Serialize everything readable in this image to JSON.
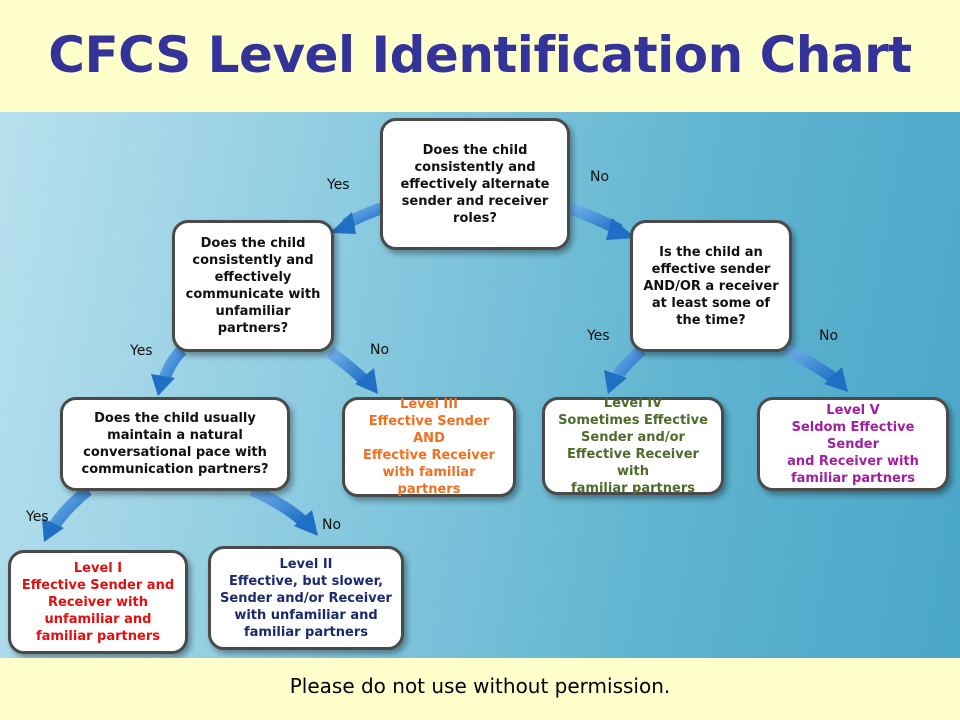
{
  "title": "CFCS Level Identification Chart",
  "footer": "Please do not use without permission.",
  "questions": {
    "q1": "Does the child\nconsistently and\neffectively alternate\nsender and receiver\nroles?",
    "q2": "Does the child\nconsistently and\neffectively\ncommunicate with\nunfamiliar\npartners?",
    "q3": "Is the child an\neffective  sender\nAND/OR a receiver\nat least some of\nthe time?",
    "q4": "Does the child usually\nmaintain a natural\nconversational pace with\ncommunication partners?"
  },
  "levels": {
    "level1": "Level I\nEffective Sender and\nReceiver with\nunfamiliar and\nfamiliar partners",
    "level2": "Level II\nEffective, but slower,\nSender and/or Receiver\nwith unfamiliar and\nfamiliar partners",
    "level3": "Level III\nEffective Sender AND\nEffective Receiver\nwith familiar partners",
    "level4": "Level IV\nSometimes Effective\nSender and/or\nEffective Receiver with\nfamiliar partners",
    "level5": "Level V\nSeldom Effective Sender\nand Receiver with\nfamiliar partners"
  },
  "edges": {
    "q1_yes": "Yes",
    "q1_no": "No",
    "q2_yes": "Yes",
    "q2_no": "No",
    "q3_yes": "Yes",
    "q3_no": "No",
    "q4_yes": "Yes",
    "q4_no": "No"
  },
  "colors": {
    "arrow": "#2f7fd0",
    "level1": "#e01010",
    "level2": "#1a2a6c",
    "level3": "#f07020",
    "level4": "#4d6b2a",
    "level5": "#a020a0"
  }
}
